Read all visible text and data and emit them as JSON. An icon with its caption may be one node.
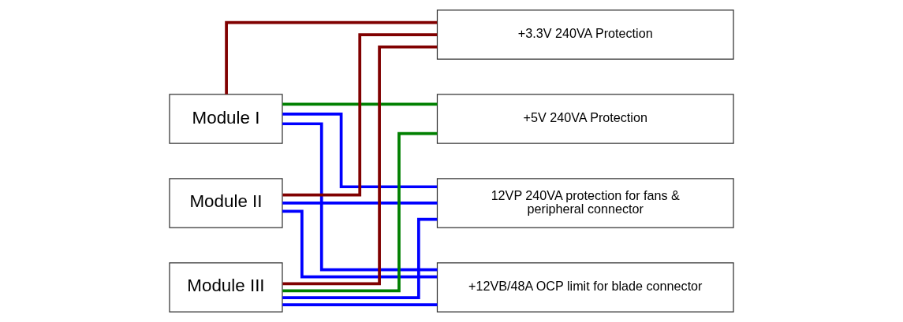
{
  "diagram": {
    "nodes": [
      {
        "text": [
          "Module I"
        ]
      },
      {
        "text": [
          "Module II"
        ]
      },
      {
        "text": [
          "Module III"
        ]
      },
      {
        "text": [
          "+3.3V 240VA Protection"
        ]
      },
      {
        "text": [
          "+5V 240VA Protection"
        ]
      },
      {
        "text": [
          "12VP 240VA protection for fans & peripheral connector"
        ]
      },
      {
        "text": [
          "+12VB/48A OCP limit for blade connector"
        ]
      }
    ],
    "edges": [
      {
        "from": 0,
        "to": 3,
        "arrow": "none",
        "color": "#800000"
      },
      {
        "from": 1,
        "to": 3,
        "arrow": "none",
        "color": "#800000"
      },
      {
        "from": 2,
        "to": 3,
        "arrow": "none",
        "color": "#800000"
      },
      {
        "from": 0,
        "to": 4,
        "arrow": "none",
        "color": "#008000"
      },
      {
        "from": 2,
        "to": 4,
        "arrow": "none",
        "color": "#008000"
      },
      {
        "from": 0,
        "to": 5,
        "arrow": "none"
      },
      {
        "from": 1,
        "to": 5,
        "arrow": "none"
      },
      {
        "from": 2,
        "to": 5,
        "arrow": "none"
      },
      {
        "from": 0,
        "to": 6,
        "arrow": "none"
      },
      {
        "from": 1,
        "to": 6,
        "arrow": "none"
      },
      {
        "from": 2,
        "to": 6,
        "arrow": "none"
      }
    ]
  }
}
